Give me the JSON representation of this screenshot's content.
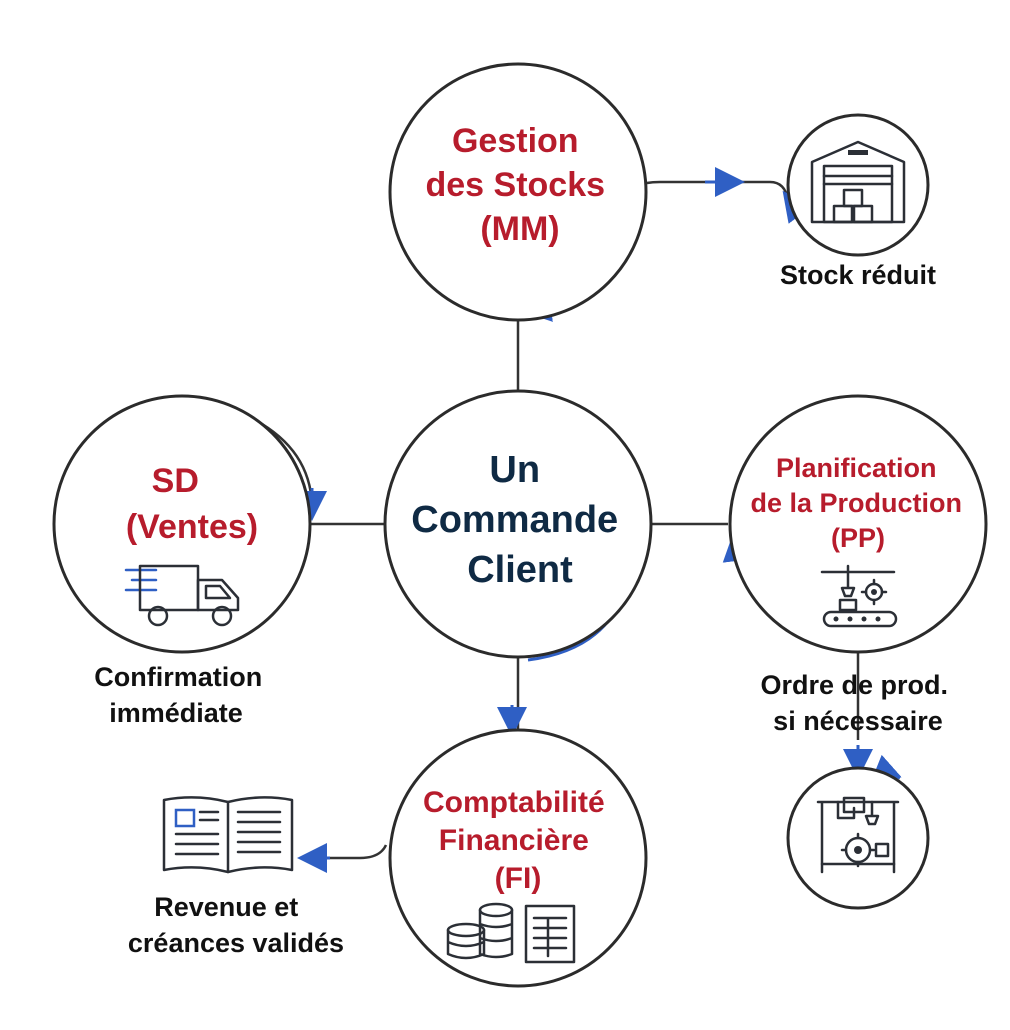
{
  "colors": {
    "module_title": "#b71c2c",
    "center_title": "#0f2a44",
    "caption": "#111111",
    "flow_arrow": "#2f5fc4",
    "outline": "#2b2b2b"
  },
  "center": {
    "lines": [
      "Un",
      "Commande",
      "Client"
    ]
  },
  "modules": {
    "mm": {
      "lines": [
        "Gestion",
        "des Stocks",
        "(MM)"
      ]
    },
    "sd": {
      "lines": [
        "SD",
        "(Ventes)"
      ],
      "icon": "delivery-truck-icon"
    },
    "pp": {
      "lines": [
        "Planification",
        "de la Production",
        "(PP)"
      ],
      "icon": "conveyor-robot-icon"
    },
    "fi": {
      "lines": [
        "Comptabilité",
        "Financière",
        "(FI)"
      ],
      "icon": "coins-and-ledger-icon"
    }
  },
  "outcomes": {
    "stock": {
      "lines": [
        "Stock réduit"
      ],
      "icon": "warehouse-icon"
    },
    "confirmation": {
      "lines": [
        "Confirmation",
        "immédiate"
      ]
    },
    "production": {
      "lines": [
        "Ordre de prod.",
        "si nécessaire"
      ],
      "icon": "factory-robot-icon"
    },
    "revenue": {
      "lines": [
        "Revenue et",
        "créances validés"
      ],
      "icon": "open-book-icon"
    }
  }
}
